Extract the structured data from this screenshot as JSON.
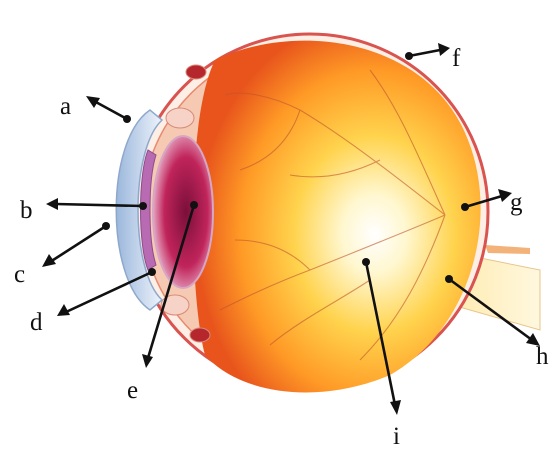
{
  "labels": {
    "a": "a",
    "b": "b",
    "c": "c",
    "d": "d",
    "e": "e",
    "f": "f",
    "g": "g",
    "h": "h",
    "i": "i"
  },
  "colors": {
    "sclera_outline": "#d9534f",
    "retina_deep": "#e8541c",
    "retina_light": "#fff4c2",
    "lens": "#c0245a",
    "cornea": "#a9c6e8",
    "label_text": "#111111"
  }
}
